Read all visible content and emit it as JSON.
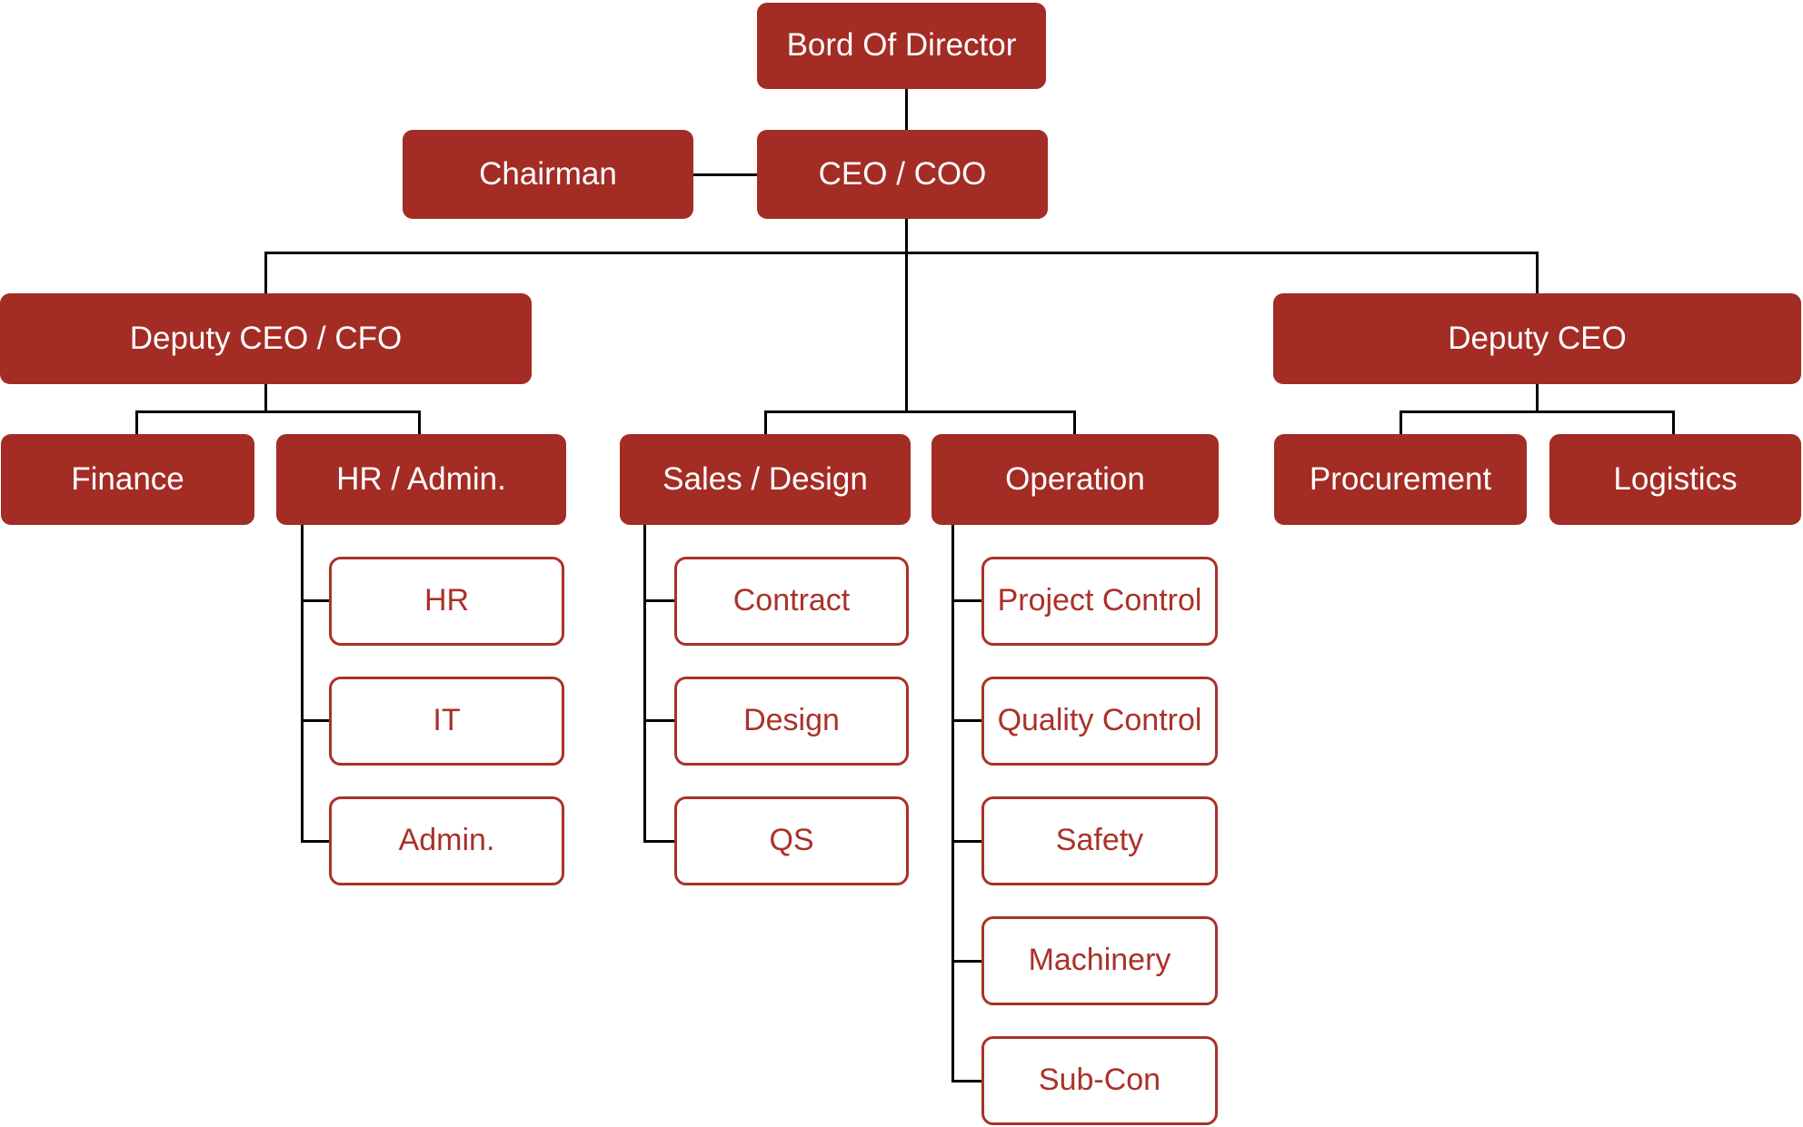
{
  "diagram": {
    "type": "org-chart",
    "colors": {
      "node_fill": "#A32C25",
      "node_text": "#FFFFFF",
      "subnode_border": "#AA3129",
      "subnode_text": "#AA3129",
      "connector": "#000000",
      "background": "#FFFFFF"
    },
    "nodes": {
      "board": {
        "label": "Bord Of Director",
        "level": 1
      },
      "chairman": {
        "label": "Chairman",
        "level": 2
      },
      "ceo": {
        "label": "CEO / COO",
        "level": 2
      },
      "deputy_ceo_cfo": {
        "label": "Deputy CEO / CFO",
        "level": 3
      },
      "deputy_ceo": {
        "label": "Deputy CEO",
        "level": 3
      },
      "finance": {
        "label": "Finance",
        "level": 4
      },
      "hr_admin": {
        "label": "HR / Admin.",
        "level": 4
      },
      "sales_design": {
        "label": "Sales / Design",
        "level": 4
      },
      "operation": {
        "label": "Operation",
        "level": 4
      },
      "procurement": {
        "label": "Procurement",
        "level": 4
      },
      "logistics": {
        "label": "Logistics",
        "level": 4
      },
      "hr": {
        "label": "HR",
        "parent": "HR / Admin.",
        "level": 5
      },
      "it": {
        "label": "IT",
        "parent": "HR / Admin.",
        "level": 5
      },
      "admin": {
        "label": "Admin.",
        "parent": "HR / Admin.",
        "level": 5
      },
      "contract": {
        "label": "Contract",
        "parent": "Sales / Design",
        "level": 5
      },
      "design": {
        "label": "Design",
        "parent": "Sales / Design",
        "level": 5
      },
      "qs": {
        "label": "QS",
        "parent": "Sales / Design",
        "level": 5
      },
      "project_control": {
        "label": "Project Control",
        "parent": "Operation",
        "level": 5
      },
      "quality_control": {
        "label": "Quality Control",
        "parent": "Operation",
        "level": 5
      },
      "safety": {
        "label": "Safety",
        "parent": "Operation",
        "level": 5
      },
      "machinery": {
        "label": "Machinery",
        "parent": "Operation",
        "level": 5
      },
      "sub_con": {
        "label": "Sub-Con",
        "parent": "Operation",
        "level": 5
      }
    }
  }
}
